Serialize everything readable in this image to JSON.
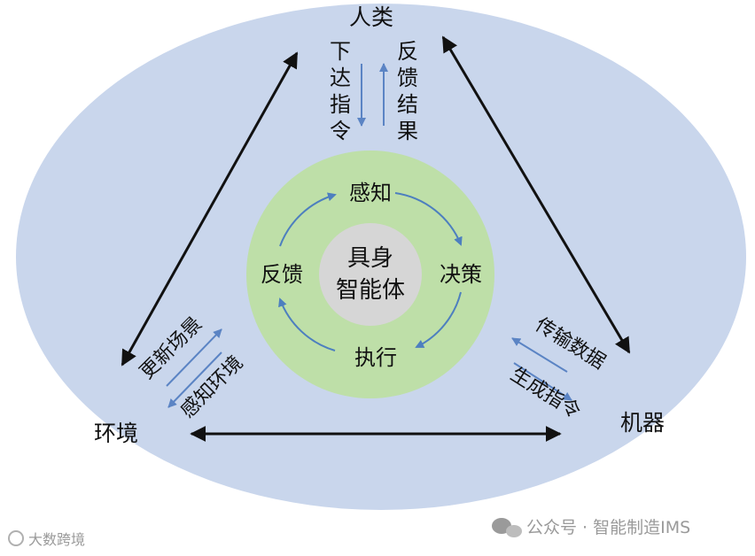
{
  "nodes": {
    "human": "人类",
    "environment": "环境",
    "machine": "机器",
    "center": [
      "具身",
      "智能体"
    ]
  },
  "edges": {
    "issue_commands": [
      "下",
      "达",
      "指",
      "令"
    ],
    "feedback_results": [
      "反",
      "馈",
      "结",
      "果"
    ],
    "update_scene": "更新场景",
    "perceive_environment": "感知环境",
    "transmit_data": "传输数据",
    "generate_commands": "生成指令"
  },
  "cycle": {
    "perceive": "感知",
    "decide": "决策",
    "execute": "执行",
    "feedback": "反馈"
  },
  "watermarks": {
    "left": "大数跨境",
    "right": "公众号 · 智能制造IMS"
  },
  "colors": {
    "outer_ellipse": "#c9d6ec",
    "green_ring": "#bedfa8",
    "inner_circle": "#d6d6d6",
    "cycle_arrow": "#4d7fbf",
    "command_arrow": "#5b84c4"
  }
}
